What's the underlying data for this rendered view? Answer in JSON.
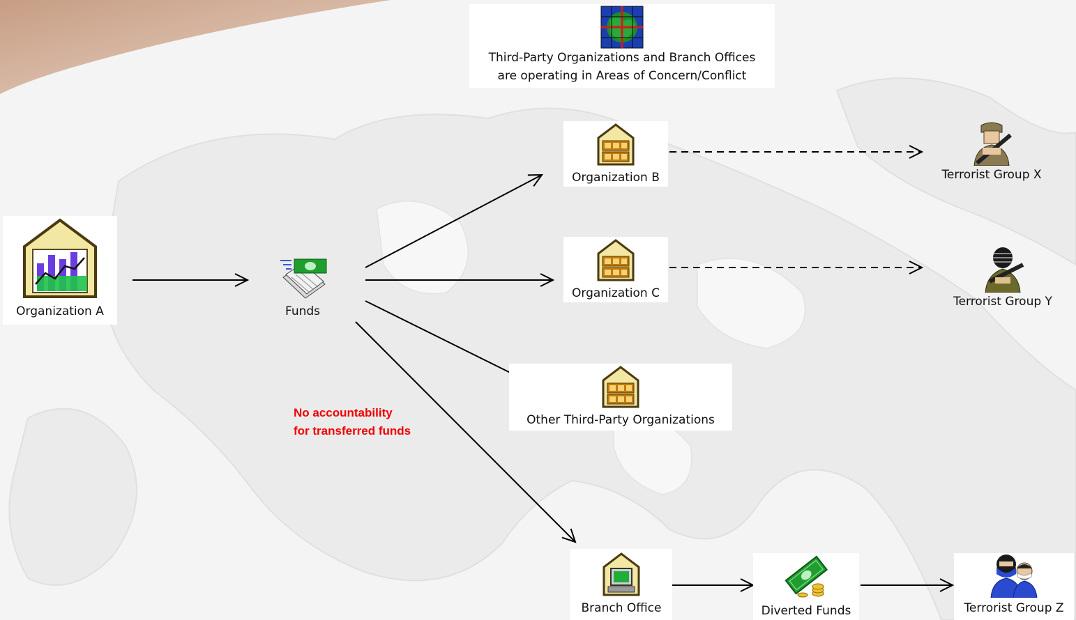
{
  "header": {
    "icon": "globe-grid-icon",
    "line1": "Third-Party Organizations and Branch Offices",
    "line2": "are operating in Areas of Concern/Conflict"
  },
  "nodes": {
    "org_a": {
      "label": "Organization A",
      "icon": "chart-building-icon"
    },
    "funds": {
      "label": "Funds",
      "icon": "money-stack-icon"
    },
    "org_b": {
      "label": "Organization B",
      "icon": "building-icon"
    },
    "org_c": {
      "label": "Organization C",
      "icon": "building-icon"
    },
    "other": {
      "label": "Other Third-Party Organizations",
      "icon": "building-icon"
    },
    "branch": {
      "label": "Branch Office",
      "icon": "computer-building-icon"
    },
    "diverted": {
      "label": "Diverted Funds",
      "icon": "cash-coins-icon"
    },
    "group_x": {
      "label": "Terrorist Group X",
      "icon": "armed-soldier-icon"
    },
    "group_y": {
      "label": "Terrorist Group Y",
      "icon": "masked-gunman-icon"
    },
    "group_z": {
      "label": "Terrorist Group Z",
      "icon": "masked-group-icon"
    }
  },
  "note": {
    "line1": "No accountability",
    "line2": "for transferred funds"
  },
  "colors": {
    "note": "#e00000",
    "money": "#1f9e2f",
    "building": "#f2e7a3"
  }
}
